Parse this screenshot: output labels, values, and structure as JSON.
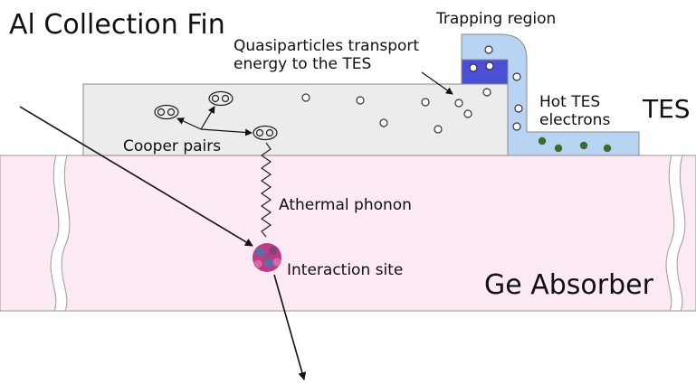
{
  "title": "Al Collection Fin",
  "labels": {
    "trapping_region": "Trapping region",
    "quasiparticles_line1": "Quasiparticles transport",
    "quasiparticles_line2": "energy to the TES",
    "cooper_pairs": "Cooper pairs",
    "athermal_phonon": "Athermal phonon",
    "interaction_site": "Interaction site",
    "hot_tes_line1": "Hot TES",
    "hot_tes_line2": "electrons",
    "tes": "TES",
    "ge_absorber": "Ge Absorber"
  },
  "colors": {
    "absorber_fill": "#fbe9f3",
    "fin_fill": "#ececec",
    "tes_fill": "#b9d4f2",
    "trap_fill": "#4b4fd6",
    "electron_fill": "#3d6b2a",
    "interaction_fill": "#c03a86"
  },
  "icons": [
    "cooper-pair-icon",
    "quasiparticle-icon",
    "phonon-wave-icon",
    "interaction-site-icon",
    "hot-electron-icon",
    "particle-track-arrow-icon"
  ]
}
